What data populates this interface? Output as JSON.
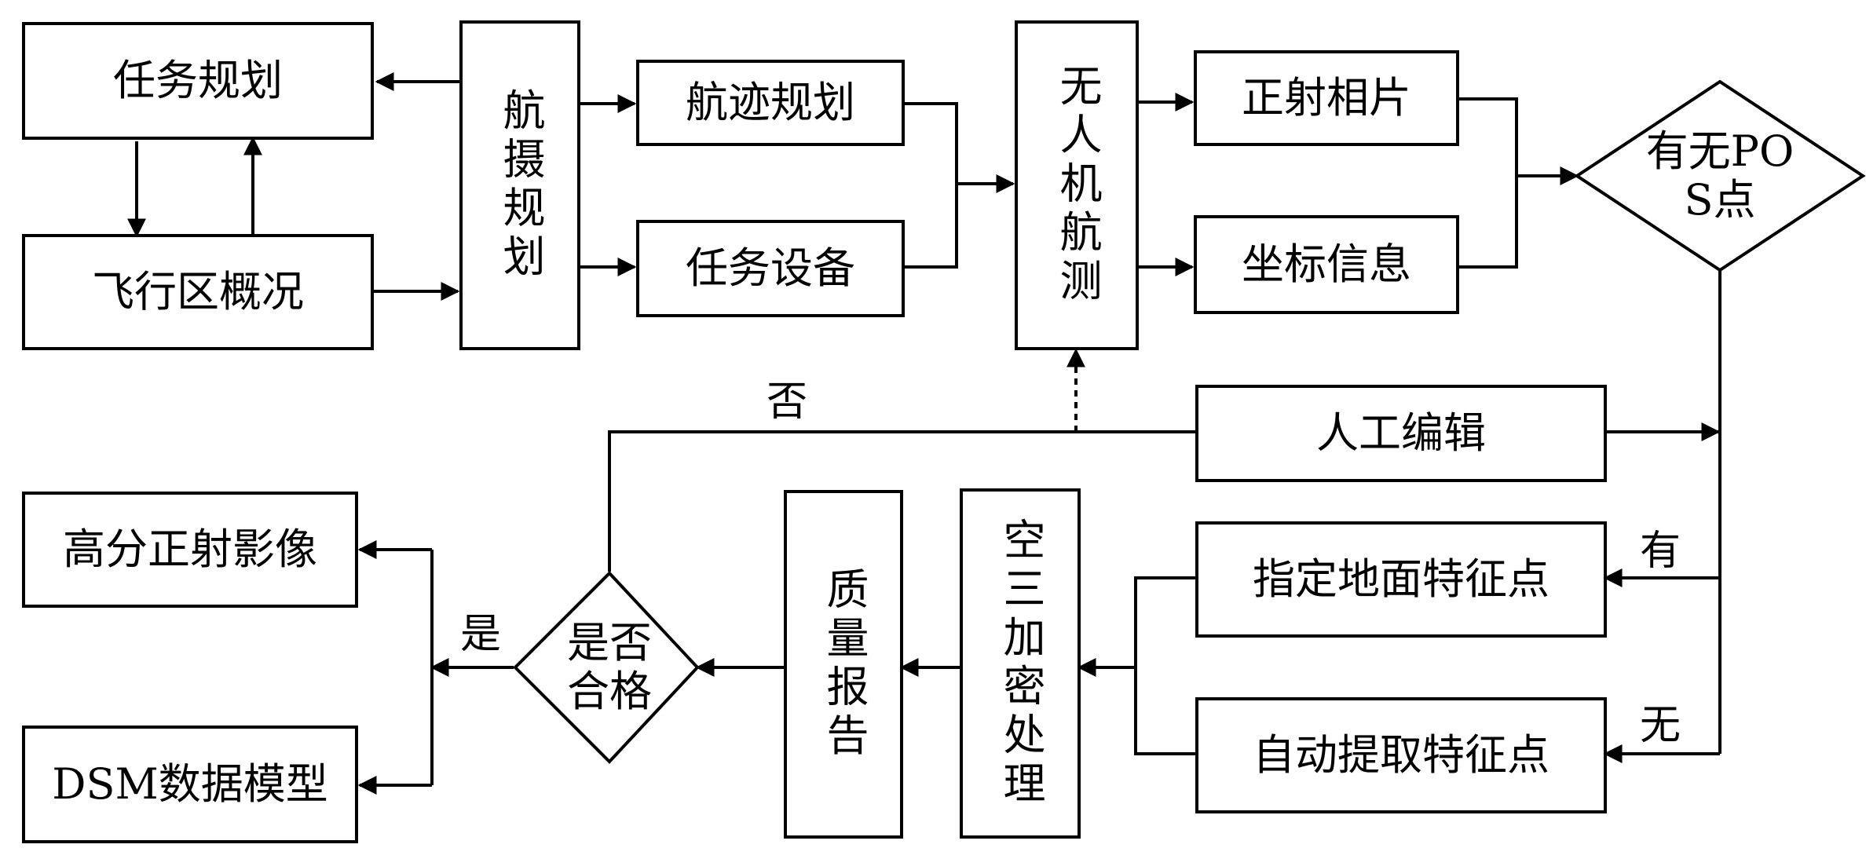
{
  "nodes": {
    "task_planning": "任务规划",
    "flight_area": "飞行区概况",
    "aerial_planning": "航摄规划",
    "track_planning": "航迹规划",
    "task_equipment": "任务设备",
    "uav_survey": "无人机航测",
    "ortho_photo": "正射相片",
    "coord_info": "坐标信息",
    "pos_check": "有无POS点",
    "manual_edit": "人工编辑",
    "designate_points": "指定地面特征点",
    "auto_extract": "自动提取特征点",
    "aerotriangulation": "空三加密处理",
    "quality_report": "质量报告",
    "qualified_check": "是否合格",
    "hr_ortho": "高分正射影像",
    "dsm_model": "DSM数据模型"
  },
  "edge_labels": {
    "no": "否",
    "yes": "是",
    "has": "有",
    "none": "无"
  }
}
